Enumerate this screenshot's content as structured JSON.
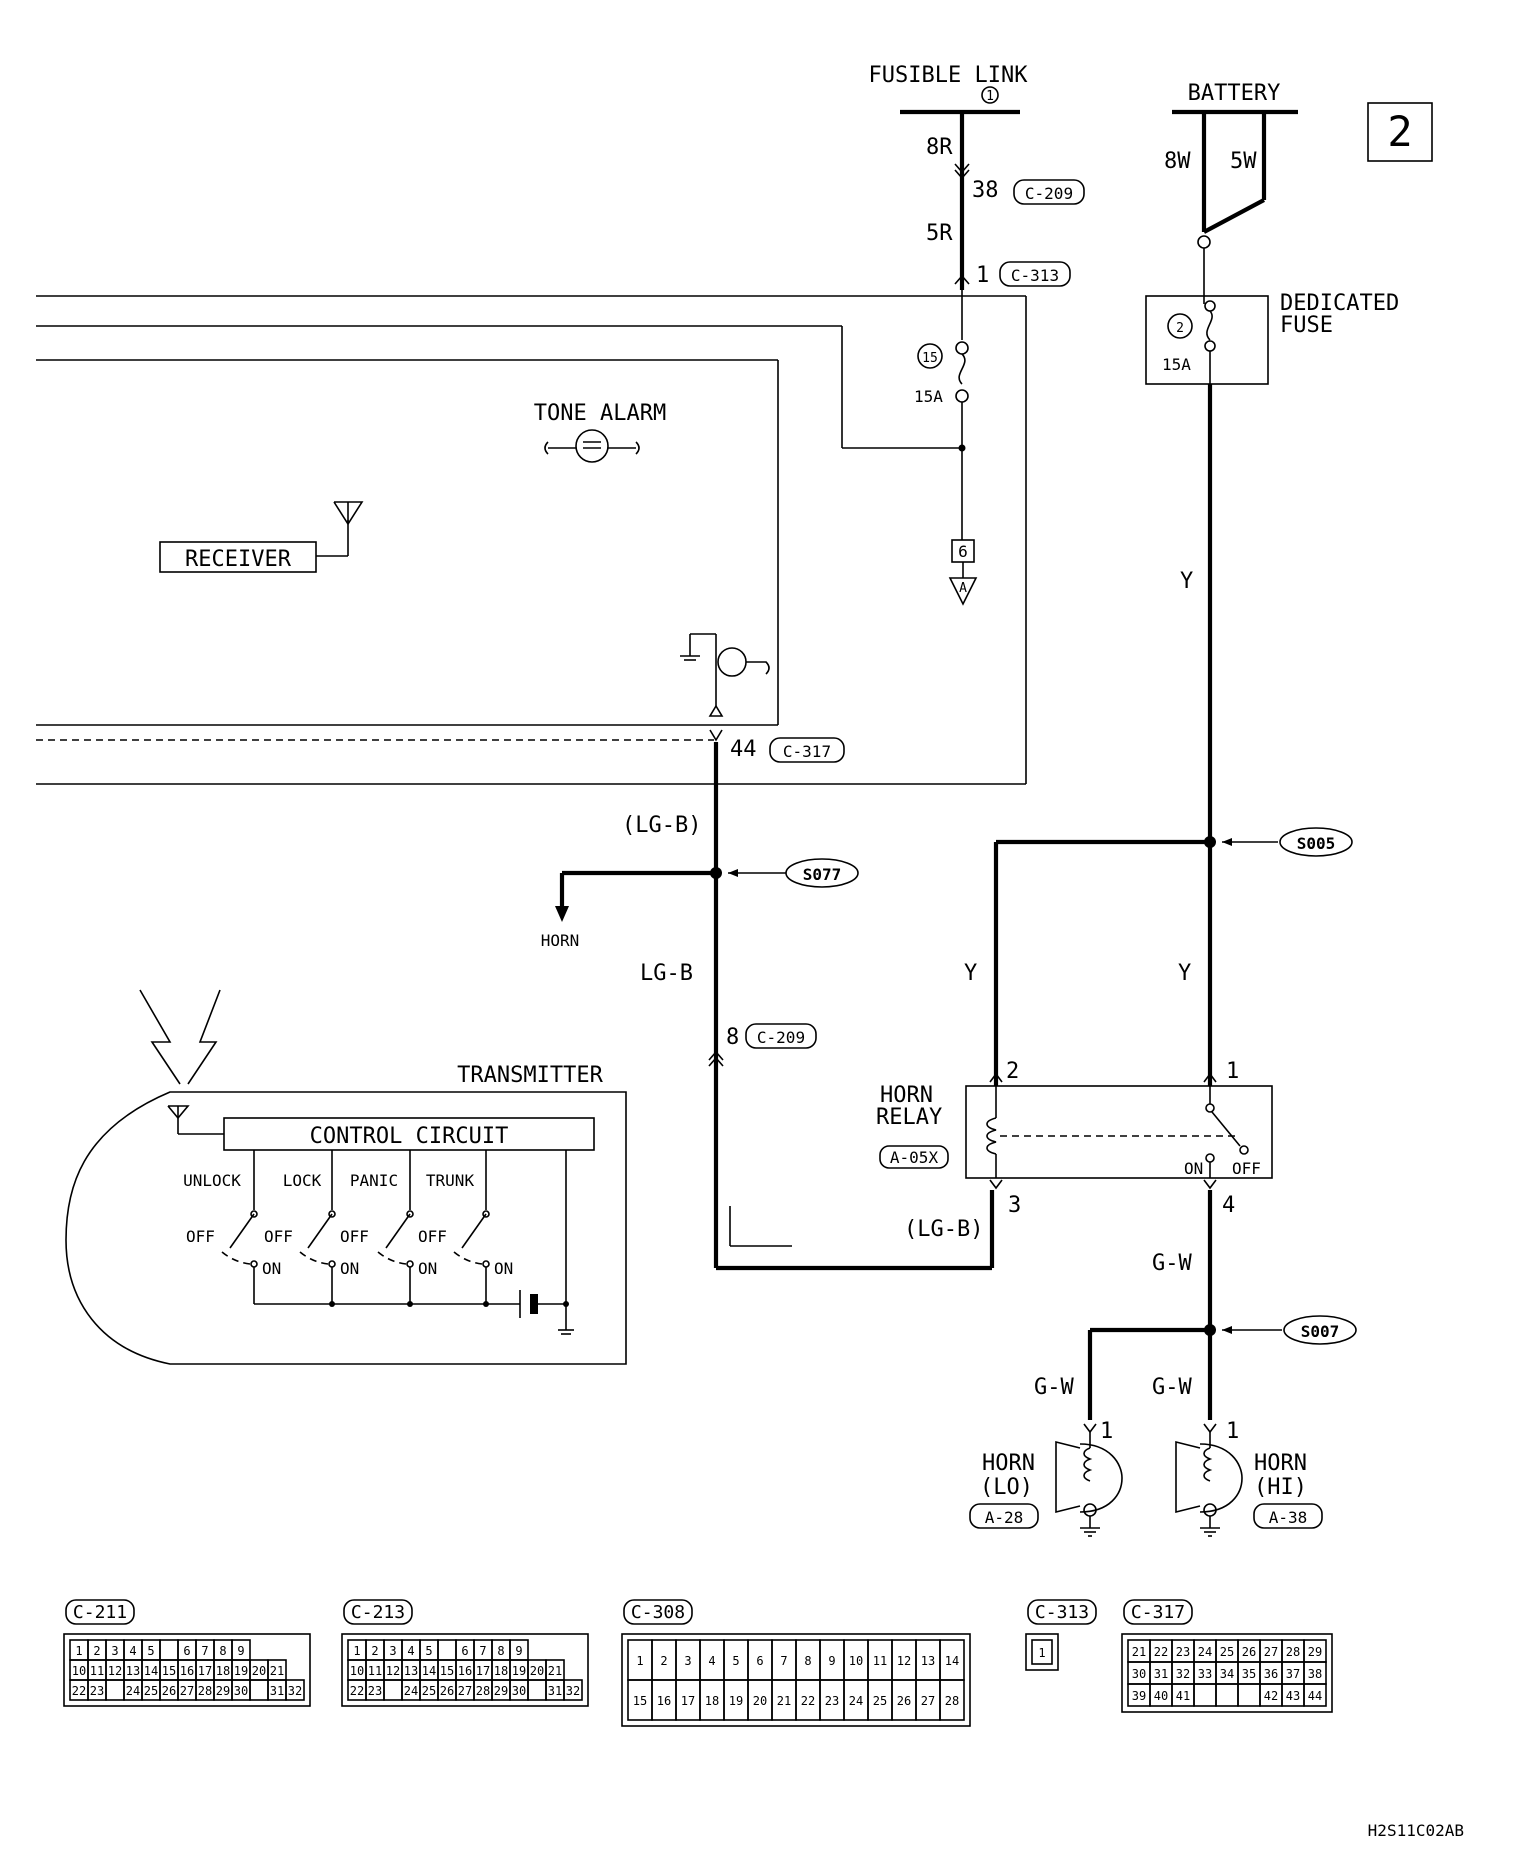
{
  "page_number": "2",
  "drawing_code": "H2S11C02AB",
  "sources": {
    "fusible_link": "FUSIBLE LINK",
    "fusible_link_num": "1",
    "battery": "BATTERY",
    "battery_w1": "8W",
    "battery_w2": "5W"
  },
  "fuses": {
    "fuse15": {
      "num": "15",
      "rating": "15A"
    },
    "dedicated": {
      "title1": "DEDICATED",
      "title2": "FUSE",
      "num": "2",
      "rating": "15A"
    }
  },
  "wires": {
    "w8R": "8R",
    "w5R": "5R",
    "pin38": "38",
    "conn_c209_a": "C-209",
    "pin1": "1",
    "conn_c313": "C-313",
    "Y_main": "Y",
    "Y_left": "Y",
    "Y_right": "Y",
    "lgb_paren_top": "(LG-B)",
    "lgb": "LG-B",
    "lgb_paren_bottom": "(LG-B)",
    "pin44": "44",
    "conn_c317": "C-317",
    "pin8": "8",
    "conn_c209_b": "C-209",
    "gw1": "G-W",
    "gw2": "G-W",
    "gw3": "G-W"
  },
  "splices": {
    "s005": "S005",
    "s077": "S077",
    "s007": "S007"
  },
  "components": {
    "tone_alarm": "TONE ALARM",
    "receiver": "RECEIVER",
    "horn_arrow": "HORN",
    "connector_6": "6",
    "connector_A": "A",
    "transmitter": "TRANSMITTER",
    "control_circuit": "CONTROL CIRCUIT",
    "switches": [
      "UNLOCK",
      "LOCK",
      "PANIC",
      "TRUNK"
    ],
    "off": "OFF",
    "on": "ON",
    "horn_relay": {
      "line1": "HORN",
      "line2": "RELAY",
      "conn": "A-05X",
      "pin1": "1",
      "pin2": "2",
      "pin3": "3",
      "pin4": "4",
      "on": "ON",
      "off": "OFF"
    },
    "horn_lo": {
      "line1": "HORN",
      "line2": "(LO)",
      "conn": "A-28",
      "pin": "1"
    },
    "horn_hi": {
      "line1": "HORN",
      "line2": "(HI)",
      "conn": "A-38",
      "pin": "1"
    }
  },
  "connector_views": [
    {
      "name": "C-211",
      "rows": [
        [
          "1",
          "2",
          "3",
          "4",
          "5",
          "",
          "6",
          "7",
          "8",
          "9"
        ],
        [
          "10",
          "11",
          "12",
          "13",
          "14",
          "15",
          "16",
          "17",
          "18",
          "19",
          "20",
          "21"
        ],
        [
          "22",
          "23",
          "",
          "24",
          "25",
          "26",
          "27",
          "28",
          "29",
          "30",
          "",
          "31",
          "32"
        ]
      ]
    },
    {
      "name": "C-213",
      "rows": [
        [
          "1",
          "2",
          "3",
          "4",
          "5",
          "",
          "6",
          "7",
          "8",
          "9"
        ],
        [
          "10",
          "11",
          "12",
          "13",
          "14",
          "15",
          "16",
          "17",
          "18",
          "19",
          "20",
          "21"
        ],
        [
          "22",
          "23",
          "",
          "24",
          "25",
          "26",
          "27",
          "28",
          "29",
          "30",
          "",
          "31",
          "32"
        ]
      ]
    },
    {
      "name": "C-308",
      "rows": [
        [
          "1",
          "2",
          "3",
          "4",
          "5",
          "6",
          "7",
          "8",
          "9",
          "10",
          "11",
          "12",
          "13",
          "14"
        ],
        [
          "15",
          "16",
          "17",
          "18",
          "19",
          "20",
          "21",
          "22",
          "23",
          "24",
          "25",
          "26",
          "27",
          "28"
        ]
      ]
    },
    {
      "name": "C-313",
      "rows": [
        [
          "1"
        ]
      ]
    },
    {
      "name": "C-317",
      "rows": [
        [
          "21",
          "22",
          "23",
          "24",
          "25",
          "26",
          "27",
          "28",
          "29"
        ],
        [
          "30",
          "31",
          "32",
          "33",
          "34",
          "35",
          "36",
          "37",
          "38"
        ],
        [
          "39",
          "40",
          "41",
          "",
          "",
          "",
          "42",
          "43",
          "44"
        ]
      ]
    }
  ]
}
